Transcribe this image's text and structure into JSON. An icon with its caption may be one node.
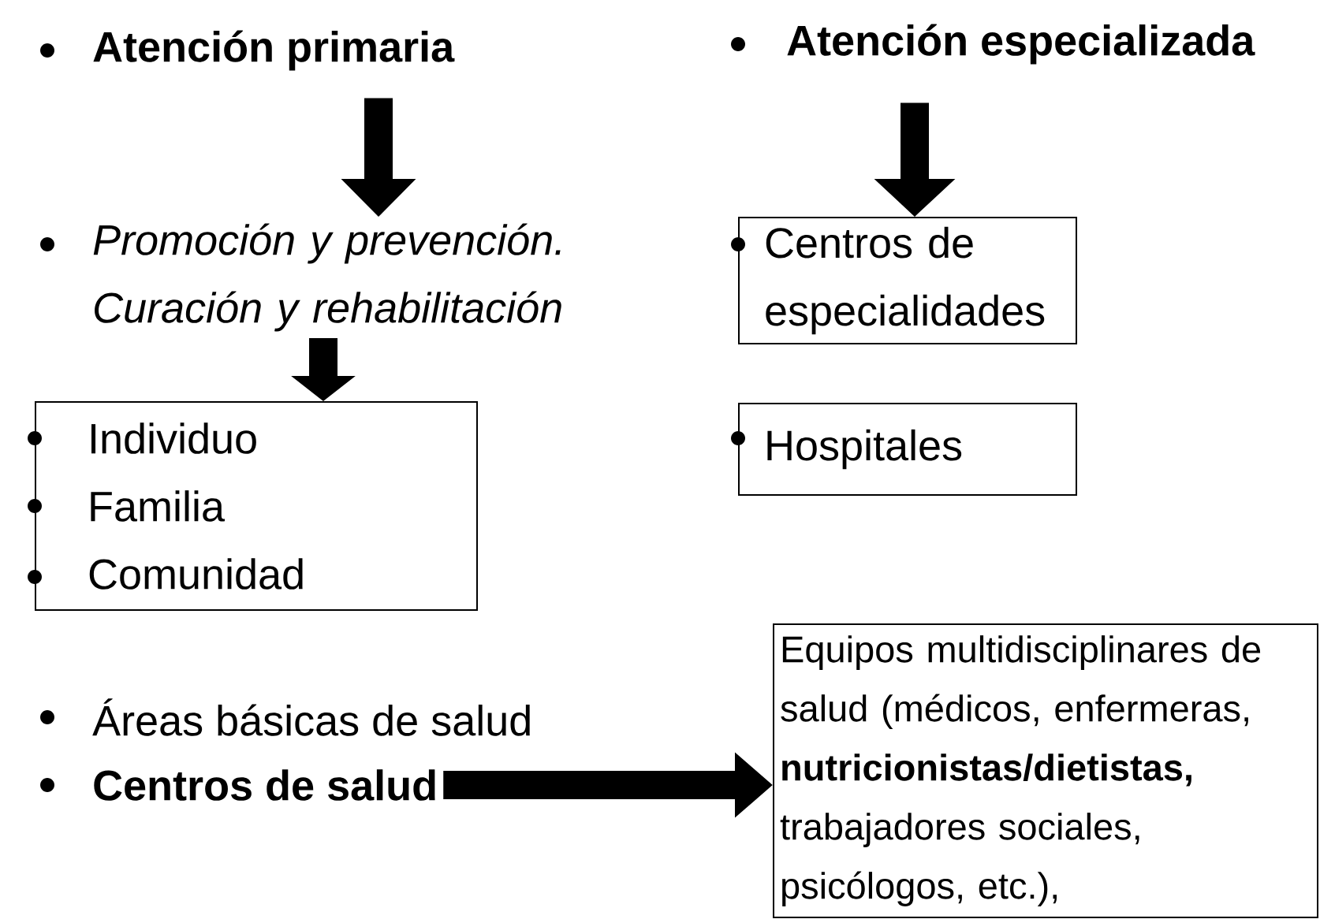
{
  "diagram": {
    "nodes": [
      {
        "text": [
          "Atención primaria"
        ]
      },
      {
        "text": [
          "Promoción y prevención. Curación y rehabilitación"
        ]
      },
      {
        "text": [
          "Individuo",
          "Familia",
          "Comunidad"
        ]
      },
      {
        "text": [
          "Atención especializada"
        ]
      },
      {
        "text": [
          "Centros de especialidades"
        ]
      },
      {
        "text": [
          "Hospitales"
        ]
      },
      {
        "text": [
          "Centros de salud"
        ]
      },
      {
        "text": [
          "Equipos multidisciplinares de salud (médicos, enfermeras, **nutricionistas/dietistas,** trabajadores sociales, psicólogos, etc.),"
        ]
      }
    ],
    "edges": [
      {
        "from": 0,
        "to": 1,
        "arrow": "to"
      },
      {
        "from": 1,
        "to": 2,
        "arrow": "to"
      },
      {
        "from": 3,
        "to": 4,
        "arrow": "to"
      },
      {
        "from": 6,
        "to": 7,
        "arrow": "to"
      }
    ],
    "labels": [
      "Áreas básicas de salud"
    ]
  }
}
